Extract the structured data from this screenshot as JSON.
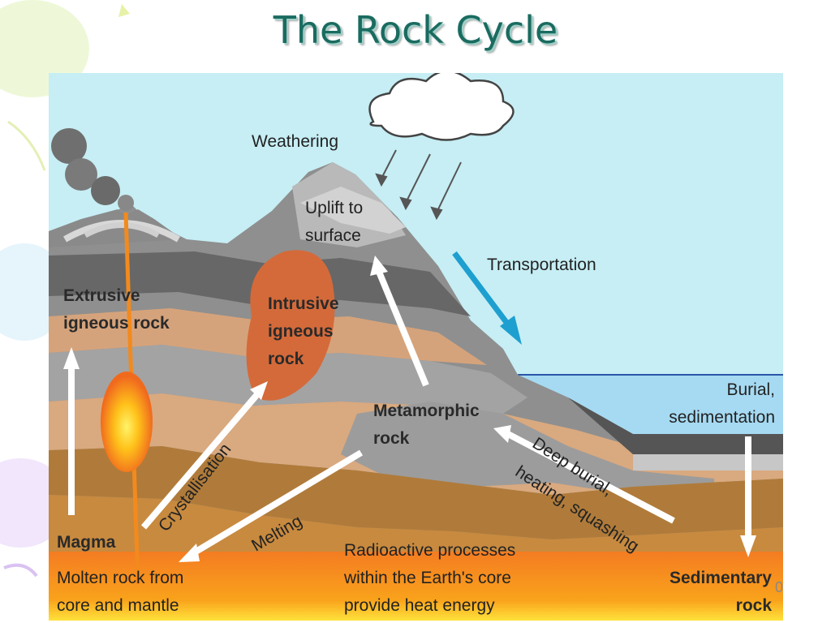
{
  "slide": {
    "title": "The Rock Cycle",
    "page_number": "0"
  },
  "colors": {
    "sky": "#c6eef4",
    "sea": "#a6daf2",
    "magma": "#f06a1e",
    "rock_grey": "#8f8f8f",
    "rock_tan": "#d5a37b",
    "intrusion": "#d46a3a",
    "arrow": "#ffffff",
    "transport_arrow": "#1d9fd0",
    "title": "#1a6b60"
  },
  "labels": {
    "weathering": "Weathering",
    "uplift_1": "Uplift to",
    "uplift_2": "surface",
    "transportation": "Transportation",
    "extrusive_1": "Extrusive",
    "extrusive_2": "igneous rock",
    "intrusive_1": "Intrusive",
    "intrusive_2": "igneous",
    "intrusive_3": "rock",
    "burial_1": "Burial,",
    "burial_2": "sedimentation",
    "metamorphic_1": "Metamorphic",
    "metamorphic_2": "rock",
    "crystallisation": "Crystallisation",
    "deep_burial_1": "Deep burial,",
    "deep_burial_2": "heating, squashing",
    "melting": "Melting",
    "magma": "Magma",
    "molten_1": "Molten rock from",
    "molten_2": "core and mantle",
    "radioactive_1": "Radioactive processes",
    "radioactive_2": "within the Earth's core",
    "radioactive_3": "provide heat energy",
    "sedimentary_1": "Sedimentary",
    "sedimentary_2": "rock"
  },
  "icons": [
    "cloud-icon",
    "rain-arrows-icon",
    "smoke-icon",
    "volcano-icon"
  ]
}
